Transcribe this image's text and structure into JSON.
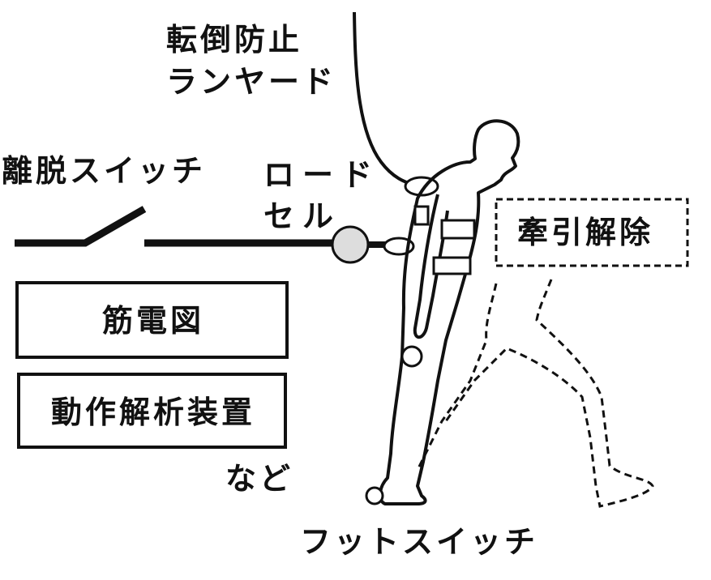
{
  "labels": {
    "lanyard_line1": "転倒防止",
    "lanyard_line2": "ランヤード",
    "release_switch": "離脱スイッチ",
    "load_cell_line1": "ロード",
    "load_cell_line2": "セル",
    "traction_release": "牽引解除",
    "emg": "筋電図",
    "motion_analysis": "動作解析装置",
    "etc": "など",
    "foot_switch": "フットスイッチ"
  }
}
